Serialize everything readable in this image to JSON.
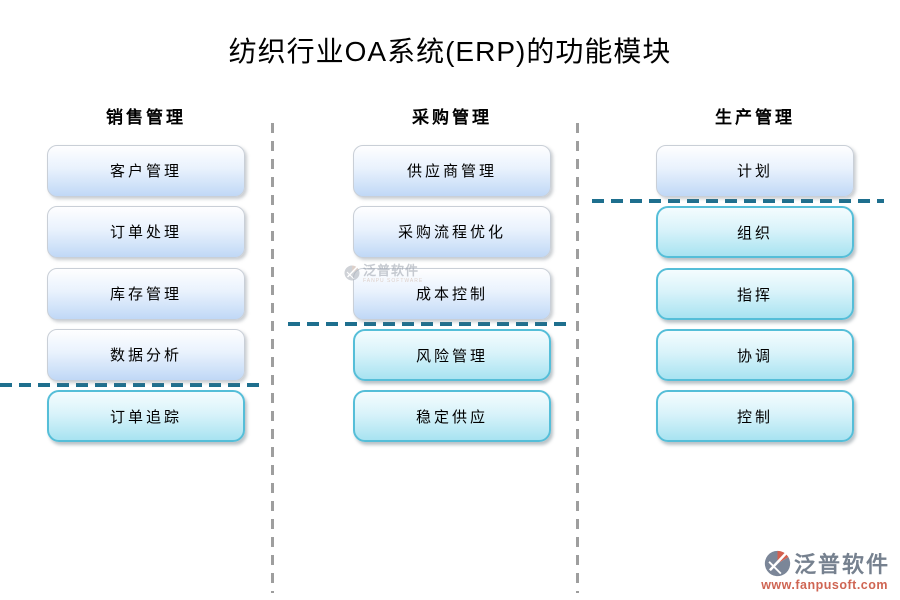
{
  "page": {
    "title": "纺织行业OA系统(ERP)的功能模块"
  },
  "columns": [
    {
      "header": "销售管理",
      "items": [
        {
          "label": "客户管理",
          "variant": "blue"
        },
        {
          "label": "订单处理",
          "variant": "blue"
        },
        {
          "label": "库存管理",
          "variant": "blue"
        },
        {
          "label": "数据分析",
          "variant": "blue"
        },
        {
          "label": "订单追踪",
          "variant": "cyan"
        }
      ]
    },
    {
      "header": "采购管理",
      "items": [
        {
          "label": "供应商管理",
          "variant": "blue"
        },
        {
          "label": "采购流程优化",
          "variant": "blue"
        },
        {
          "label": "成本控制",
          "variant": "blue"
        },
        {
          "label": "风险管理",
          "variant": "cyan"
        },
        {
          "label": "稳定供应",
          "variant": "cyan"
        }
      ]
    },
    {
      "header": "生产管理",
      "items": [
        {
          "label": "计划",
          "variant": "blue"
        },
        {
          "label": "组织",
          "variant": "cyan"
        },
        {
          "label": "指挥",
          "variant": "cyan"
        },
        {
          "label": "协调",
          "variant": "cyan"
        },
        {
          "label": "控制",
          "variant": "cyan"
        }
      ]
    }
  ],
  "watermark": {
    "name": "泛普软件",
    "subtext": "FANPU SOFTWARE"
  },
  "brand": {
    "name": "泛普软件",
    "url": "www.fanpusoft.com"
  },
  "colors": {
    "phase_divider_line": "#1e6f8e",
    "column_separator_line": "#9e9e9e",
    "blue_box_top": "#fefeff",
    "blue_box_bottom": "#c0d8f6",
    "cyan_box_top": "#f4fcfe",
    "cyan_box_bottom": "#a8e3f1",
    "cyan_box_border": "#55bed8",
    "brand_red": "#cf6553",
    "brand_gray": "#76818f"
  }
}
